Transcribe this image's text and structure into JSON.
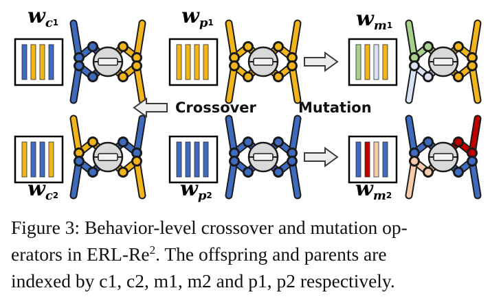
{
  "labels": {
    "wc1": {
      "base": "w",
      "sub": "c",
      "subsub": "1"
    },
    "wp1": {
      "base": "w",
      "sub": "p",
      "subsub": "1"
    },
    "wm1": {
      "base": "w",
      "sub": "m",
      "subsub": "1"
    },
    "wc2": {
      "base": "w",
      "sub": "c",
      "subsub": "2"
    },
    "wp2": {
      "base": "w",
      "sub": "p",
      "subsub": "2"
    },
    "wm2": {
      "base": "w",
      "sub": "m",
      "subsub": "2"
    }
  },
  "operators": {
    "crossover": "Crossover",
    "mutation": "Mutation"
  },
  "caption": {
    "line1": "Figure 3: Behavior-level crossover and mutation op-",
    "line2_pre": "erators in ERL-Re",
    "line2_sup": "2",
    "line2_post": ". The offspring and parents are",
    "line3": "indexed by c1, c2, m1, m2 and p1, p2 respectively."
  },
  "colors": {
    "blue": "#3f6bbf",
    "yellow": "#f2b51c",
    "green": "#a9d18e",
    "lightblue": "#dae3f3",
    "red": "#c00000",
    "pink": "#f8cbad",
    "dark": "#1f3864"
  },
  "boxes": [
    {
      "id": "c1",
      "bars": [
        "blue",
        "yellow",
        "yellow",
        "blue"
      ]
    },
    {
      "id": "p1",
      "bars": [
        "yellow",
        "yellow",
        "yellow",
        "yellow"
      ]
    },
    {
      "id": "m1",
      "bars": [
        "green",
        "yellow",
        "lightblue",
        "yellow"
      ]
    },
    {
      "id": "c2",
      "bars": [
        "yellow",
        "blue",
        "blue",
        "yellow"
      ]
    },
    {
      "id": "p2",
      "bars": [
        "blue",
        "blue",
        "blue",
        "blue"
      ]
    },
    {
      "id": "m2",
      "bars": [
        "blue",
        "red",
        "pink",
        "blue"
      ]
    }
  ],
  "robots": [
    {
      "id": "c1",
      "legs": [
        "blue",
        "yellow",
        "blue",
        "yellow"
      ]
    },
    {
      "id": "p1",
      "legs": [
        "yellow",
        "yellow",
        "yellow",
        "yellow"
      ]
    },
    {
      "id": "m1",
      "legs": [
        "green",
        "yellow",
        "lightblue",
        "yellow"
      ]
    },
    {
      "id": "c2",
      "legs": [
        "yellow",
        "blue",
        "blue",
        "yellow"
      ]
    },
    {
      "id": "p2",
      "legs": [
        "blue",
        "blue",
        "blue",
        "blue"
      ]
    },
    {
      "id": "m2",
      "legs": [
        "blue",
        "red",
        "pink",
        "blue"
      ]
    }
  ]
}
